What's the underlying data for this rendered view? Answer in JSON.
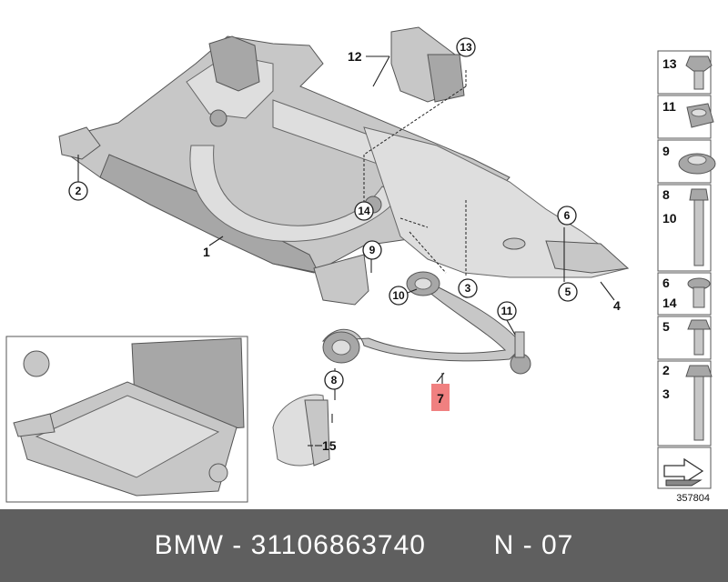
{
  "callouts": {
    "c1": "1",
    "c2": "2",
    "c3": "3",
    "c4": "4",
    "c5": "5",
    "c6": "6",
    "c7": "7",
    "c8": "8",
    "c9": "9",
    "c10": "10",
    "c11": "11",
    "c12": "12",
    "c13": "13",
    "c14": "14",
    "c15": "15"
  },
  "highlight_color": "#f08080",
  "legend": {
    "row1": [
      "13"
    ],
    "row2": [
      "11"
    ],
    "row3": [
      "9"
    ],
    "row4": [
      "8",
      "10"
    ],
    "row5": [
      "6",
      "14"
    ],
    "row6": [
      "5"
    ],
    "row7": [
      "2",
      "3"
    ]
  },
  "reference_number": "357804",
  "footer": {
    "brand": "BMW",
    "sep1": " - ",
    "part_number": "31106863740",
    "gap": "        ",
    "diagram_code": "N - 07"
  }
}
